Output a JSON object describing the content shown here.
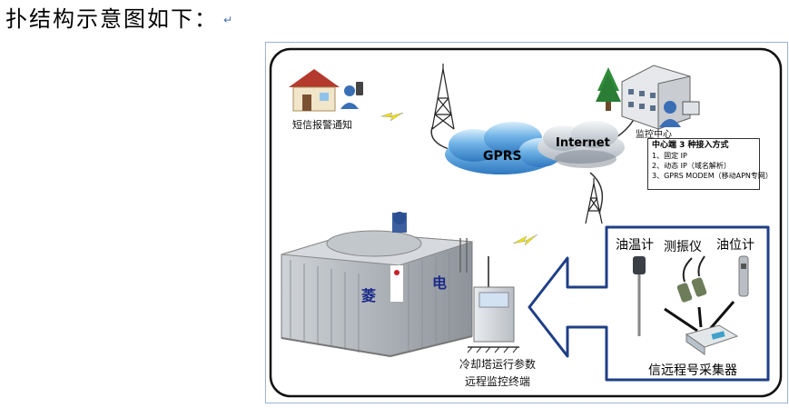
{
  "heading": {
    "text": "扑结构示意图如下：",
    "mark": "↵"
  },
  "diagram": {
    "sms_label": "短信报警通知",
    "monitor_label": "监控中心",
    "gprs_label": "GPRS",
    "internet_label": "Internet",
    "access_box": {
      "title": "中心端 3 种接入方式",
      "items": [
        "1、固定 IP",
        "2、动态 IP（域名解析）",
        "3、GPRS MODEM（移动APN专网）"
      ]
    },
    "tower_text": {
      "left": "菱",
      "right": "电"
    },
    "terminal_label_1": "冷却塔运行参数",
    "terminal_label_2": "远程监控终端",
    "sensors": {
      "oil_temp": "油温计",
      "vibration": "测振仪",
      "oil_level": "油位计"
    },
    "collector_label": "信远程号采集器"
  },
  "colors": {
    "cloud": "#5aa3de",
    "arrow_border": "#1f3f86",
    "lightning": "#f2e200"
  }
}
